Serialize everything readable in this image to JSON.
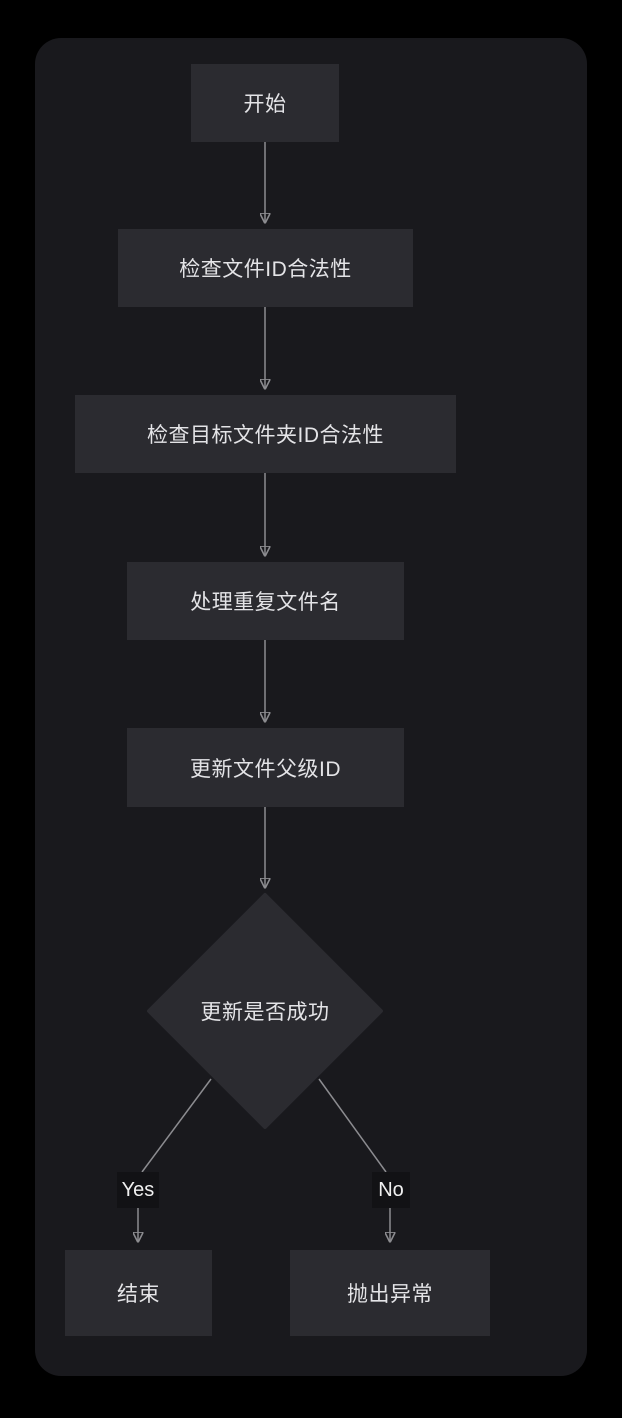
{
  "diagram": {
    "type": "flowchart",
    "direction": "top-down",
    "nodes": [
      {
        "id": "start",
        "shape": "rectangle",
        "label": "开始"
      },
      {
        "id": "check-file-id",
        "shape": "rectangle",
        "label": "检查文件ID合法性"
      },
      {
        "id": "check-target-folder-id",
        "shape": "rectangle",
        "label": "检查目标文件夹ID合法性"
      },
      {
        "id": "handle-duplicate-filename",
        "shape": "rectangle",
        "label": "处理重复文件名"
      },
      {
        "id": "update-file-parent-id",
        "shape": "rectangle",
        "label": "更新文件父级ID"
      },
      {
        "id": "update-success",
        "shape": "diamond",
        "label": "更新是否成功"
      },
      {
        "id": "end",
        "shape": "rectangle",
        "label": "结束"
      },
      {
        "id": "throw-exception",
        "shape": "rectangle",
        "label": "抛出异常"
      }
    ],
    "edges": [
      {
        "from": "start",
        "to": "check-file-id",
        "label": ""
      },
      {
        "from": "check-file-id",
        "to": "check-target-folder-id",
        "label": ""
      },
      {
        "from": "check-target-folder-id",
        "to": "handle-duplicate-filename",
        "label": ""
      },
      {
        "from": "handle-duplicate-filename",
        "to": "update-file-parent-id",
        "label": ""
      },
      {
        "from": "update-file-parent-id",
        "to": "update-success",
        "label": ""
      },
      {
        "from": "update-success",
        "to": "end",
        "label": "Yes"
      },
      {
        "from": "update-success",
        "to": "throw-exception",
        "label": "No"
      }
    ],
    "colors": {
      "page_background": "#000000",
      "canvas_background": "#19191d",
      "node_fill": "#2b2b30",
      "node_text": "#e4e4e7",
      "edge_stroke": "#8c8c90",
      "edge_label_background": "#121215",
      "edge_label_text": "#f0f0f0"
    }
  }
}
